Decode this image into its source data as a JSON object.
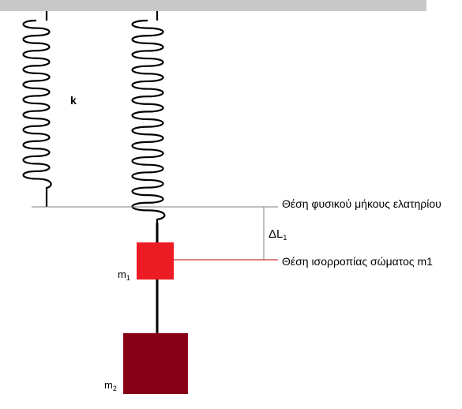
{
  "labels": {
    "spring_constant": "k",
    "natural_length_position": "Θέση φυσικού μήκους ελατηρίου",
    "equilibrium_position": "Θέση ισορροπίας σώματος m1",
    "extension_symbol": "ΔL",
    "extension_subscript": "1",
    "mass1_symbol": "m",
    "mass1_subscript": "1",
    "mass2_symbol": "m",
    "mass2_subscript": "2"
  },
  "colors": {
    "ceiling": "#c8c8c8",
    "mass1": "#ed1c24",
    "mass2": "#880015",
    "equilibrium_line": "#c00000",
    "reference_line": "#7f7f7f",
    "spring": "#000000"
  }
}
